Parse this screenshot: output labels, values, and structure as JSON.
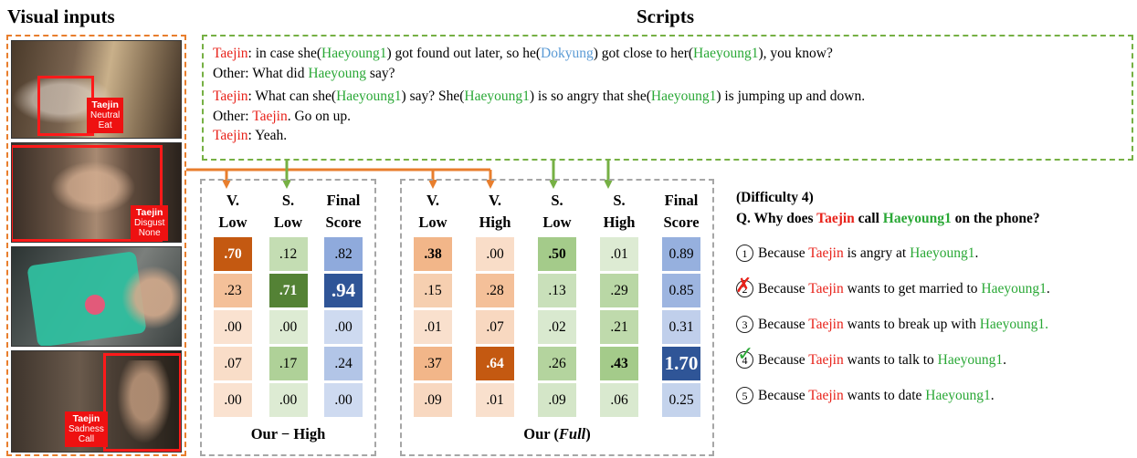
{
  "headings": {
    "visual": "Visual inputs",
    "scripts": "Scripts"
  },
  "frames": [
    {
      "labels": [
        "Taejin",
        "Neutral",
        "Eat"
      ]
    },
    {
      "labels": [
        "Taejin",
        "Disgust",
        "None"
      ]
    },
    {
      "labels": []
    },
    {
      "labels": [
        "Taejin",
        "Sadness",
        "Call"
      ]
    }
  ],
  "script_lines": [
    [
      {
        "t": "Taejin",
        "c": "red"
      },
      {
        "t": ": in case she("
      },
      {
        "t": "Haeyoung1",
        "c": "green"
      },
      {
        "t": ") got found out later, so he("
      },
      {
        "t": "Dokyung",
        "c": "blue"
      },
      {
        "t": ") got close to her("
      },
      {
        "t": "Haeyoung1",
        "c": "green"
      },
      {
        "t": "), you know?"
      }
    ],
    [
      {
        "t": "Other: What did "
      },
      {
        "t": "Haeyoung",
        "c": "green"
      },
      {
        "t": " say?"
      }
    ],
    [
      {
        "t": "Taejin",
        "c": "red"
      },
      {
        "t": ": What can she("
      },
      {
        "t": "Haeyoung1",
        "c": "green"
      },
      {
        "t": ") say? She("
      },
      {
        "t": "Haeyoung1",
        "c": "green"
      },
      {
        "t": ") is so angry that she("
      },
      {
        "t": "Haeyoung1",
        "c": "green"
      },
      {
        "t": ") is jumping up and down."
      }
    ],
    [
      {
        "t": "Other: "
      },
      {
        "t": "Taejin",
        "c": "red"
      },
      {
        "t": ". Go on up."
      }
    ],
    [
      {
        "t": "Taejin",
        "c": "red"
      },
      {
        "t": ": Yeah."
      }
    ]
  ],
  "table_left": {
    "caption": "Our − High",
    "columns": [
      {
        "h1": "V.",
        "h2": "Low",
        "type": "v"
      },
      {
        "h1": "S.",
        "h2": "Low",
        "type": "s"
      },
      {
        "h1": "Final",
        "h2": "Score",
        "type": "f"
      }
    ],
    "rows": [
      [
        {
          "v": ".70",
          "i": 1.0,
          "b": true
        },
        {
          "v": ".12",
          "i": 0.35
        },
        {
          "v": ".82",
          "i": 0.6
        }
      ],
      [
        {
          "v": ".23",
          "i": 0.45
        },
        {
          "v": ".71",
          "i": 1.0,
          "b": true
        },
        {
          "v": ".94",
          "i": 1.0,
          "big": true
        }
      ],
      [
        {
          "v": ".00",
          "i": 0.1
        },
        {
          "v": ".00",
          "i": 0.12
        },
        {
          "v": ".00",
          "i": 0.15
        }
      ],
      [
        {
          "v": ".07",
          "i": 0.15
        },
        {
          "v": ".17",
          "i": 0.55
        },
        {
          "v": ".24",
          "i": 0.35
        }
      ],
      [
        {
          "v": ".00",
          "i": 0.1
        },
        {
          "v": ".00",
          "i": 0.12
        },
        {
          "v": ".00",
          "i": 0.15
        }
      ]
    ]
  },
  "table_right": {
    "caption_pre": "Our (",
    "caption_em": "Full",
    "caption_post": ")",
    "columns": [
      {
        "h1": "V.",
        "h2": "Low",
        "type": "v"
      },
      {
        "h1": "V.",
        "h2": "High",
        "type": "v"
      },
      {
        "h1": "S.",
        "h2": "Low",
        "type": "s"
      },
      {
        "h1": "S.",
        "h2": "High",
        "type": "s"
      },
      {
        "h1": "Final",
        "h2": "Score",
        "type": "f"
      }
    ],
    "rows": [
      [
        {
          "v": ".38",
          "i": 0.55,
          "b": true
        },
        {
          "v": ".00",
          "i": 0.15
        },
        {
          "v": ".50",
          "i": 0.65,
          "b": true
        },
        {
          "v": ".01",
          "i": 0.12
        },
        {
          "v": "0.89",
          "i": 0.55
        }
      ],
      [
        {
          "v": ".15",
          "i": 0.3
        },
        {
          "v": ".28",
          "i": 0.45
        },
        {
          "v": ".13",
          "i": 0.3
        },
        {
          "v": ".29",
          "i": 0.45
        },
        {
          "v": "0.85",
          "i": 0.5
        }
      ],
      [
        {
          "v": ".01",
          "i": 0.12
        },
        {
          "v": ".07",
          "i": 0.2
        },
        {
          "v": ".02",
          "i": 0.15
        },
        {
          "v": ".21",
          "i": 0.4
        },
        {
          "v": "0.31",
          "i": 0.25
        }
      ],
      [
        {
          "v": ".37",
          "i": 0.55
        },
        {
          "v": ".64",
          "i": 1.0,
          "b": true
        },
        {
          "v": ".26",
          "i": 0.5
        },
        {
          "v": ".43",
          "i": 0.65,
          "b": true
        },
        {
          "v": "1.70",
          "i": 1.0,
          "big": true
        }
      ],
      [
        {
          "v": ".09",
          "i": 0.2
        },
        {
          "v": ".01",
          "i": 0.12
        },
        {
          "v": ".09",
          "i": 0.2
        },
        {
          "v": ".06",
          "i": 0.15
        },
        {
          "v": "0.25",
          "i": 0.22
        }
      ]
    ]
  },
  "question": {
    "difficulty": "(Difficulty 4)",
    "q_parts": [
      {
        "t": "Q. Why does "
      },
      {
        "t": "Taejin",
        "c": "red"
      },
      {
        "t": " call "
      },
      {
        "t": "Haeyoung1",
        "c": "green"
      },
      {
        "t": " on the phone?"
      }
    ],
    "answers": [
      {
        "num": "1",
        "mark": "",
        "parts": [
          {
            "t": "Because "
          },
          {
            "t": "Taejin",
            "c": "red"
          },
          {
            "t": " is angry at "
          },
          {
            "t": "Haeyoung1",
            "c": "green"
          },
          {
            "t": "."
          }
        ]
      },
      {
        "num": "2",
        "mark": "x",
        "parts": [
          {
            "t": "Because "
          },
          {
            "t": "Taejin",
            "c": "red"
          },
          {
            "t": " wants to get married to "
          },
          {
            "t": "Haeyoung1",
            "c": "green"
          },
          {
            "t": "."
          }
        ]
      },
      {
        "num": "3",
        "mark": "",
        "parts": [
          {
            "t": "Because "
          },
          {
            "t": "Taejin",
            "c": "red"
          },
          {
            "t": " wants to break up with "
          },
          {
            "t": "Haeyoung1.",
            "c": "green"
          }
        ]
      },
      {
        "num": "4",
        "mark": "check",
        "parts": [
          {
            "t": "Because "
          },
          {
            "t": "Taejin",
            "c": "red"
          },
          {
            "t": " wants to talk to "
          },
          {
            "t": "Haeyoung1",
            "c": "green"
          },
          {
            "t": "."
          }
        ]
      },
      {
        "num": "5",
        "mark": "",
        "parts": [
          {
            "t": "Because "
          },
          {
            "t": "Taejin",
            "c": "red"
          },
          {
            "t": " wants to date "
          },
          {
            "t": "Haeyoung1",
            "c": "green"
          },
          {
            "t": "."
          }
        ]
      }
    ]
  },
  "colors": {
    "visual": "#e87e2d",
    "script": "#76b044",
    "final": "#4472c4",
    "red": "#e8221a",
    "green": "#2aa836"
  }
}
